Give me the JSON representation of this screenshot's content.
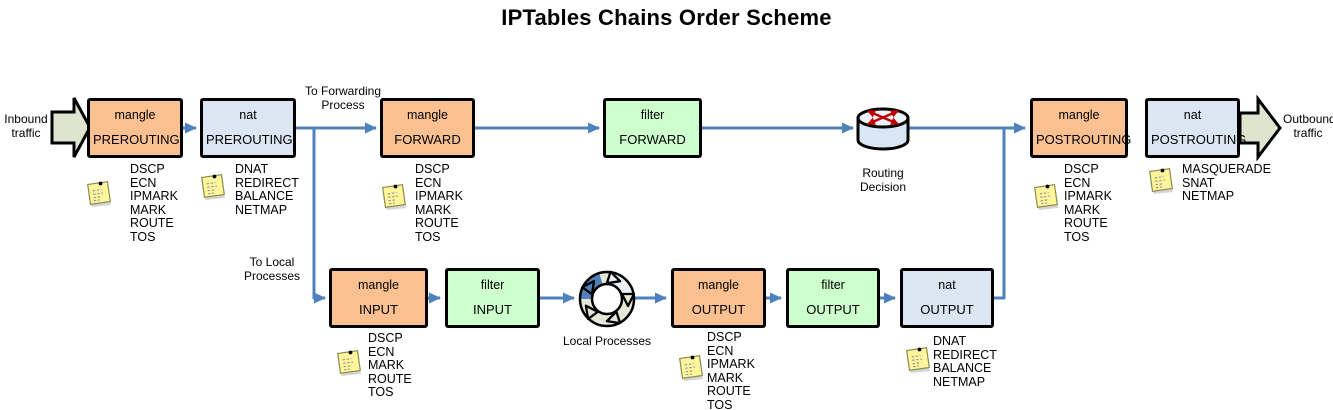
{
  "title": "IPTables Chains Order Scheme",
  "colors": {
    "mangle": "#FAC090",
    "filter": "#CCFFCC",
    "nat": "#DCE6F2",
    "connector": "#4F81BD",
    "traffic_arrow": "#DFE4CE",
    "router_red": "#C00000",
    "note_yellow": "#FFF59B"
  },
  "labels": {
    "inbound_traffic": "Inbound traffic",
    "outbound_traffic": "Outbound traffic",
    "to_forwarding_process": "To Forwarding Process",
    "to_local_processes": "To Local Processes",
    "routing_decision": "Routing Decision",
    "local_processes": "Local Processes"
  },
  "boxes": [
    {
      "table": "mangle",
      "chain": "PREROUTING"
    },
    {
      "table": "nat",
      "chain": "PREROUTING"
    },
    {
      "table": "mangle",
      "chain": "FORWARD"
    },
    {
      "table": "filter",
      "chain": "FORWARD"
    },
    {
      "table": "mangle",
      "chain": "POSTROUTING"
    },
    {
      "table": "nat",
      "chain": "POSTROUTING"
    },
    {
      "table": "mangle",
      "chain": "INPUT"
    },
    {
      "table": "filter",
      "chain": "INPUT"
    },
    {
      "table": "mangle",
      "chain": "OUTPUT"
    },
    {
      "table": "filter",
      "chain": "OUTPUT"
    },
    {
      "table": "nat",
      "chain": "OUTPUT"
    }
  ],
  "notes": {
    "mangle_prerouting": [
      "DSCP",
      "ECN",
      "IPMARK",
      "MARK",
      "ROUTE",
      "TOS"
    ],
    "nat_prerouting": [
      "DNAT",
      "REDIRECT",
      "BALANCE",
      "NETMAP"
    ],
    "mangle_forward": [
      "DSCP",
      "ECN",
      "IPMARK",
      "MARK",
      "ROUTE",
      "TOS"
    ],
    "mangle_input": [
      "DSCP",
      "ECN",
      "MARK",
      "ROUTE",
      "TOS"
    ],
    "mangle_output": [
      "DSCP",
      "ECN",
      "IPMARK",
      "MARK",
      "ROUTE",
      "TOS"
    ],
    "nat_output": [
      "DNAT",
      "REDIRECT",
      "BALANCE",
      "NETMAP"
    ],
    "mangle_postrouting": [
      "DSCP",
      "ECN",
      "IPMARK",
      "MARK",
      "ROUTE",
      "TOS"
    ],
    "nat_postrouting": [
      "MASQUERADE",
      "SNAT",
      "NETMAP"
    ]
  }
}
